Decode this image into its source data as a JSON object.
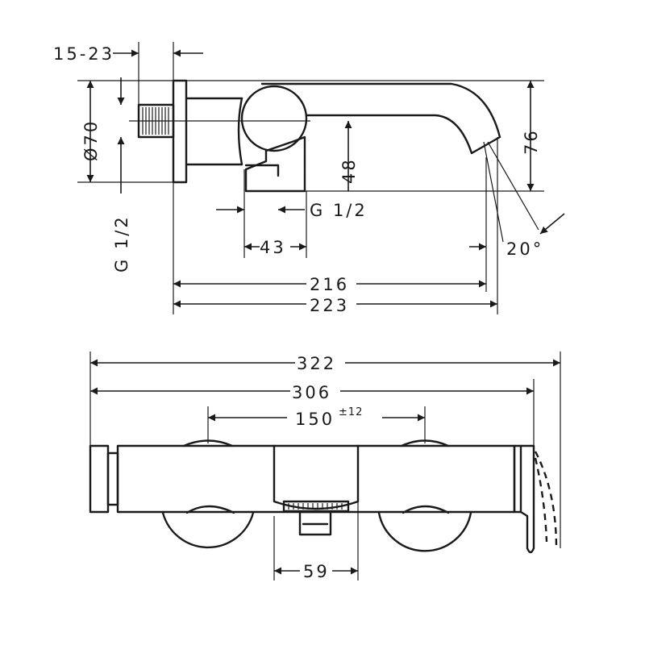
{
  "side_view": {
    "d_inlet_offset": "15-23",
    "d_diameter": "Ø70",
    "d_thread_left": "G 1/2",
    "d_height": "76",
    "d_outlet_height": "48",
    "d_thread_outlet": "G 1/2",
    "d_outlet_width": "43",
    "d_angle": "20°",
    "d_spout_216": "216",
    "d_spout_223": "223"
  },
  "top_view": {
    "d_total_322": "322",
    "d_body_306": "306",
    "d_centers": "150",
    "d_centers_tol": "±12",
    "d_outlet_59": "59"
  }
}
